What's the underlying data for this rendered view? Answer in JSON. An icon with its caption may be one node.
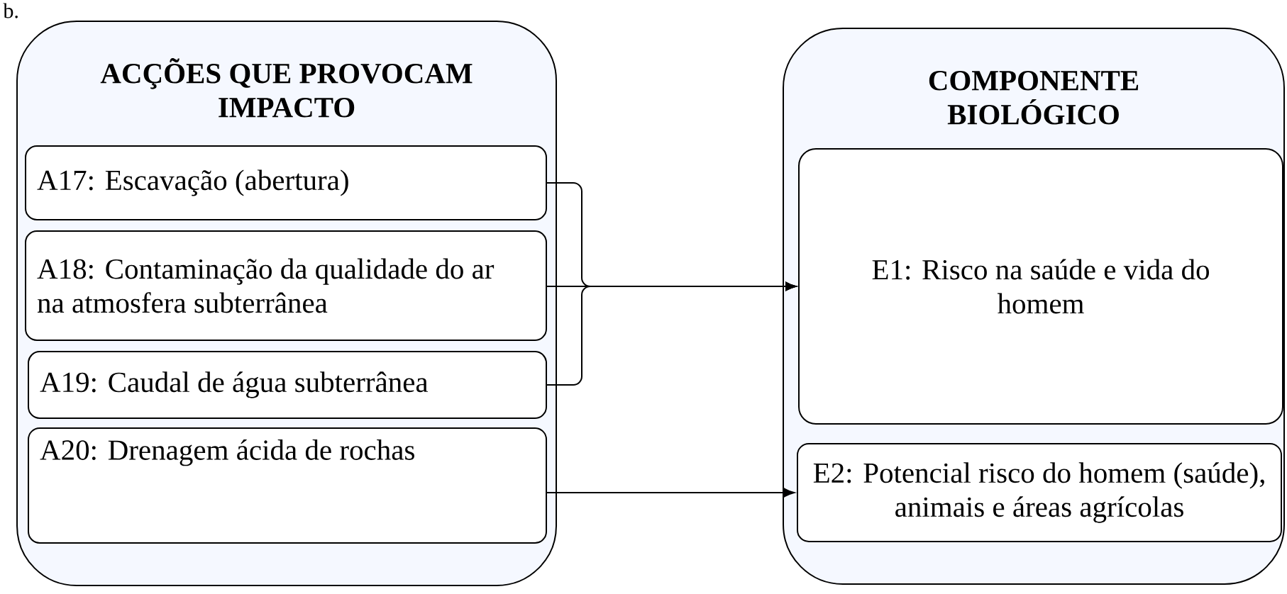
{
  "diagram": {
    "nodes": [
      {
        "text": [
          "ACÇÕES QUE PROVOCAM IMPACTO"
        ]
      },
      {
        "text": [
          "A17: Escavação (abertura)"
        ],
        "in": 0
      },
      {
        "text": [
          "A18: Contaminação da qualidade do ar na atmosfera subterrânea"
        ],
        "in": 0
      },
      {
        "text": [
          "A19: Caudal de água subterrânea"
        ],
        "in": 0
      },
      {
        "text": [
          "A20: Drenagem ácida de rochas"
        ],
        "in": 0
      },
      {
        "text": [
          "COMPONENTE BIOLÓGICO"
        ]
      },
      {
        "text": [
          "E1: Risco na saúde e vida do homem"
        ],
        "in": 5
      },
      {
        "text": [
          "E2: Potencial risco do homem (saúde), animais e áreas agrícolas"
        ],
        "in": 5
      }
    ],
    "edges": [
      {
        "from": 1,
        "to": 6,
        "arrow": "to"
      },
      {
        "from": 2,
        "to": 6,
        "arrow": "to"
      },
      {
        "from": 3,
        "to": 6,
        "arrow": "to"
      },
      {
        "from": 4,
        "to": 7,
        "arrow": "to"
      }
    ],
    "labels": [
      "b."
    ]
  }
}
